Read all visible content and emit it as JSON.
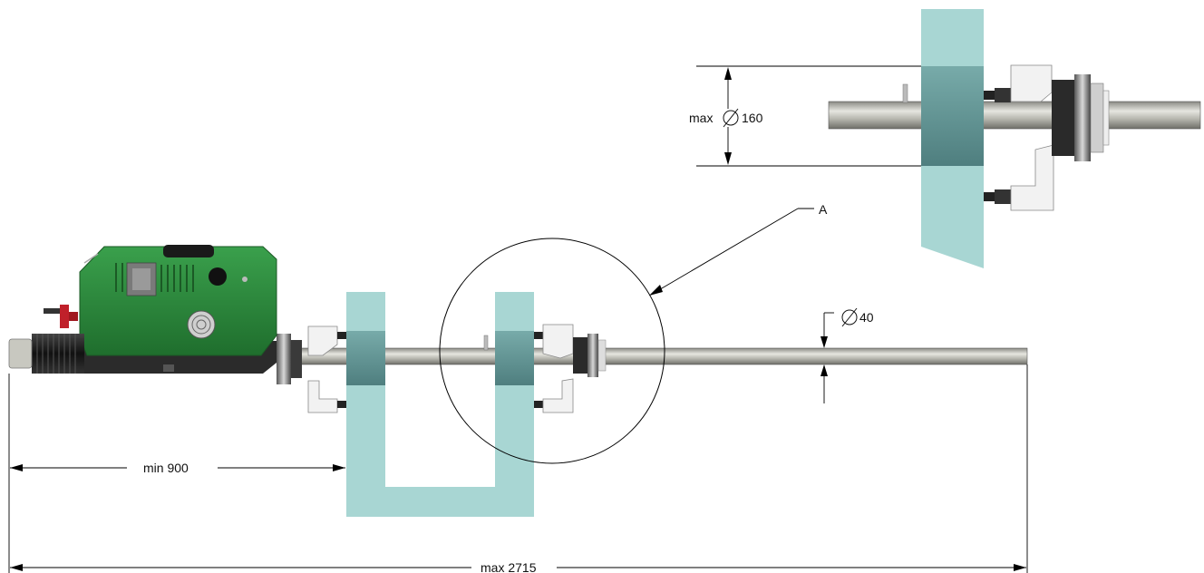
{
  "labels": {
    "detail_ref": "A",
    "max_diameter_prefix": "max",
    "max_diameter_value": "160",
    "bar_diameter_value": "40",
    "min_length": "min 900",
    "max_length": "max 2715"
  },
  "symbols": {
    "diameter": "diameter-symbol"
  },
  "colors": {
    "machine_body": "#2e8b3e",
    "workpiece": "#a8d6d3",
    "bar_steel": "#b8b8b0"
  }
}
